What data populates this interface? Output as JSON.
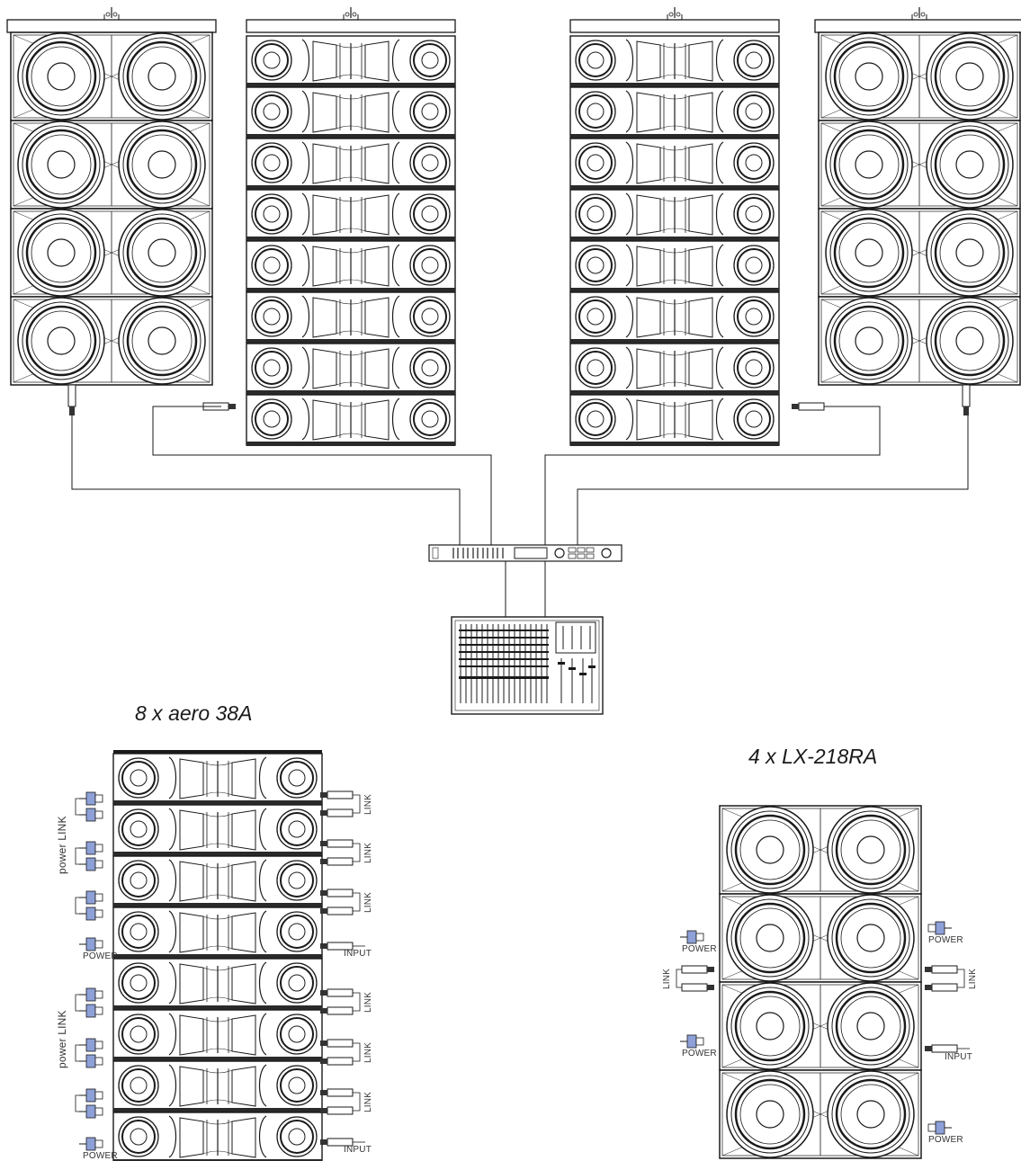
{
  "labels": {
    "array_title": "8 x aero 38A",
    "sub_title": "4 x LX-218RA",
    "power": "POWER",
    "input": "INPUT",
    "link": "LINK",
    "power_link": "power  LINK"
  },
  "system": {
    "flown_subwoofer_stacks": 2,
    "flown_line_array_stacks": 2,
    "cabinets_per_sub_stack": 4,
    "cabinets_per_line_array": 8
  },
  "colors": {
    "stroke": "#1a1a1a",
    "connector_blue": "#8da0d8",
    "grille_shade": "#dcdcdc"
  }
}
